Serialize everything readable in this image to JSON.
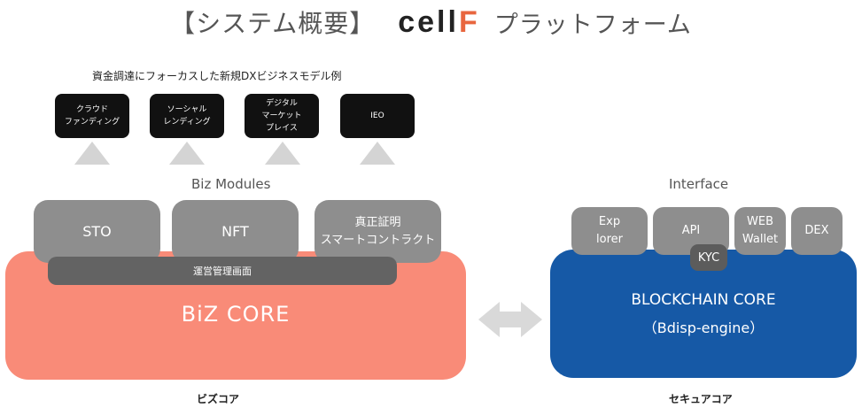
{
  "title": {
    "bracket_text": "【システム概要】",
    "logo_main": "cell",
    "logo_accent": "F",
    "platform": "プラットフォーム"
  },
  "use_cases": {
    "heading": "資金調達にフォーカスした新規DXビジネスモデル例",
    "items": [
      {
        "label": "クラウド\nファンディング"
      },
      {
        "label": "ソーシャル\nレンディング"
      },
      {
        "label": "デジタル\nマーケット\nプレイス"
      },
      {
        "label": "IEO"
      }
    ]
  },
  "biz": {
    "section_label": "Biz Modules",
    "modules": [
      {
        "label": "STO"
      },
      {
        "label": "NFT"
      },
      {
        "label": "真正証明\nスマートコントラクト"
      }
    ],
    "management": "運営管理画面",
    "core_label": "BiZ CORE",
    "caption": "ビズコア"
  },
  "chain": {
    "section_label": "Interface",
    "interfaces": [
      {
        "label": "Exp\nlorer"
      },
      {
        "label": "API"
      },
      {
        "label": "WEB\nWallet"
      },
      {
        "label": "DEX"
      }
    ],
    "kyc": "KYC",
    "core_label": "BLOCKCHAIN CORE",
    "core_sublabel": "（Bdisp-engine）",
    "caption": "セキュアコア"
  },
  "colors": {
    "biz_core": "#f98b78",
    "blockchain_core": "#1659a6",
    "module_gray": "#8e8e8e",
    "logo_accent": "#e8663f"
  },
  "icons": {
    "connector": "double-headed-arrow-icon",
    "pointer": "up-triangle-icon"
  }
}
